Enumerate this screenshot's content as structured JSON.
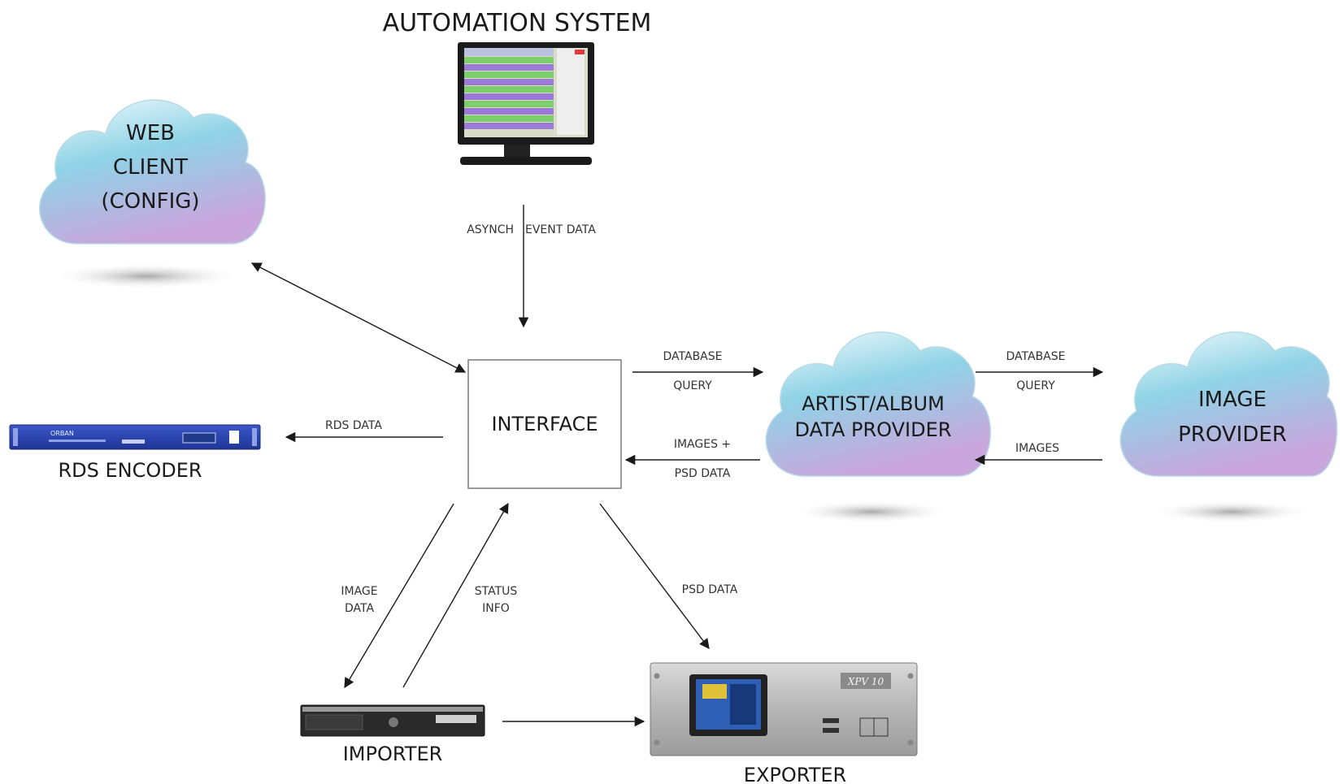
{
  "title": "AUTOMATION SYSTEM",
  "nodes": {
    "web_client": [
      "WEB",
      "CLIENT",
      "(CONFIG)"
    ],
    "interface": "INTERFACE",
    "rds_encoder": "RDS ENCODER",
    "artist_album": [
      "ARTIST/ALBUM",
      "DATA PROVIDER"
    ],
    "image_provider": [
      "IMAGE",
      "PROVIDER"
    ],
    "importer": "IMPORTER",
    "exporter": "EXPORTER",
    "rds_brand": "ORBAN",
    "exporter_brand": "XPV 10"
  },
  "edges": {
    "asynch": "ASYNCH",
    "event_data": "EVENT DATA",
    "rds_data": "RDS DATA",
    "db_query_1": [
      "DATABASE",
      "QUERY"
    ],
    "images_psd": [
      "IMAGES +",
      "PSD DATA"
    ],
    "db_query_2": [
      "DATABASE",
      "QUERY"
    ],
    "images": "IMAGES",
    "image_data": [
      "IMAGE",
      "DATA"
    ],
    "status_info": [
      "STATUS",
      "INFO"
    ],
    "psd_data": "PSD  DATA"
  },
  "colors": {
    "cloud_top": "#eaf6fb",
    "cloud_mid": "#8fd3e6",
    "cloud_bottom": "#c9a6dc",
    "line": "#1a1a1a"
  }
}
